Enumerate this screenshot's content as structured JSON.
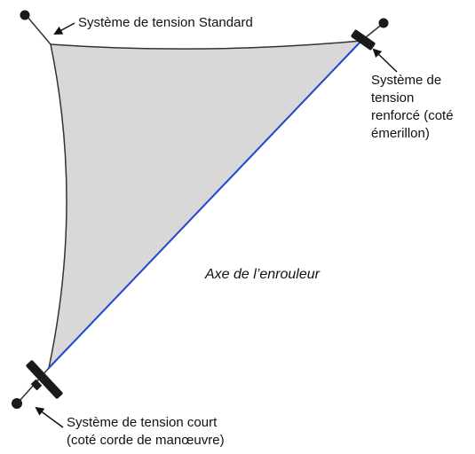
{
  "labels": {
    "standard": "Système de tension Standard",
    "renforce": [
      "Système de",
      "tension",
      "renforcé (coté",
      "émerillon)"
    ],
    "axe": "Axe de l’enrouleur",
    "court": [
      "Système de tension court",
      "(coté corde de manœuvre)"
    ]
  },
  "colors": {
    "sail_fill": "#d8d8d8",
    "sail_edge": "#333333",
    "roller_axis": "#2345d4",
    "hardware": "#1a1a1a"
  },
  "icons": {
    "tensioner_standard": "tension-cable-icon",
    "tensioner_renforce": "swivel-tensioner-icon",
    "tensioner_court": "short-tensioner-icon",
    "arrow": "pointer-arrow-icon"
  }
}
